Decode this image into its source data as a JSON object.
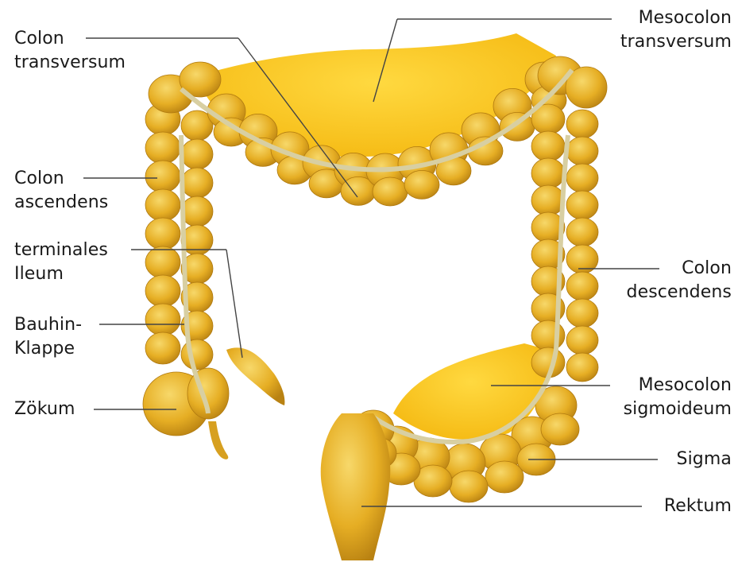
{
  "colors": {
    "colon": "#e8b325",
    "colon_shadow": "#c98d12",
    "colon_light": "#f6d262",
    "mesentery": "#fbc71c",
    "taenia": "#d8cfa2",
    "leader": "#444444"
  },
  "labels": {
    "colon_transversum": [
      "Colon",
      "transversum"
    ],
    "mesocolon_transversum": [
      "Mesocolon",
      "transversum"
    ],
    "colon_ascendens": [
      "Colon",
      "ascendens"
    ],
    "terminales_ileum": [
      "terminales",
      "Ileum"
    ],
    "bauhin_klappe": [
      "Bauhin-",
      "Klappe"
    ],
    "zoekum": [
      "Zökum"
    ],
    "colon_descendens": [
      "Colon",
      "descendens"
    ],
    "mesocolon_sigmoideum": [
      "Mesocolon",
      "sigmoideum"
    ],
    "sigma": [
      "Sigma"
    ],
    "rektum": [
      "Rektum"
    ]
  }
}
